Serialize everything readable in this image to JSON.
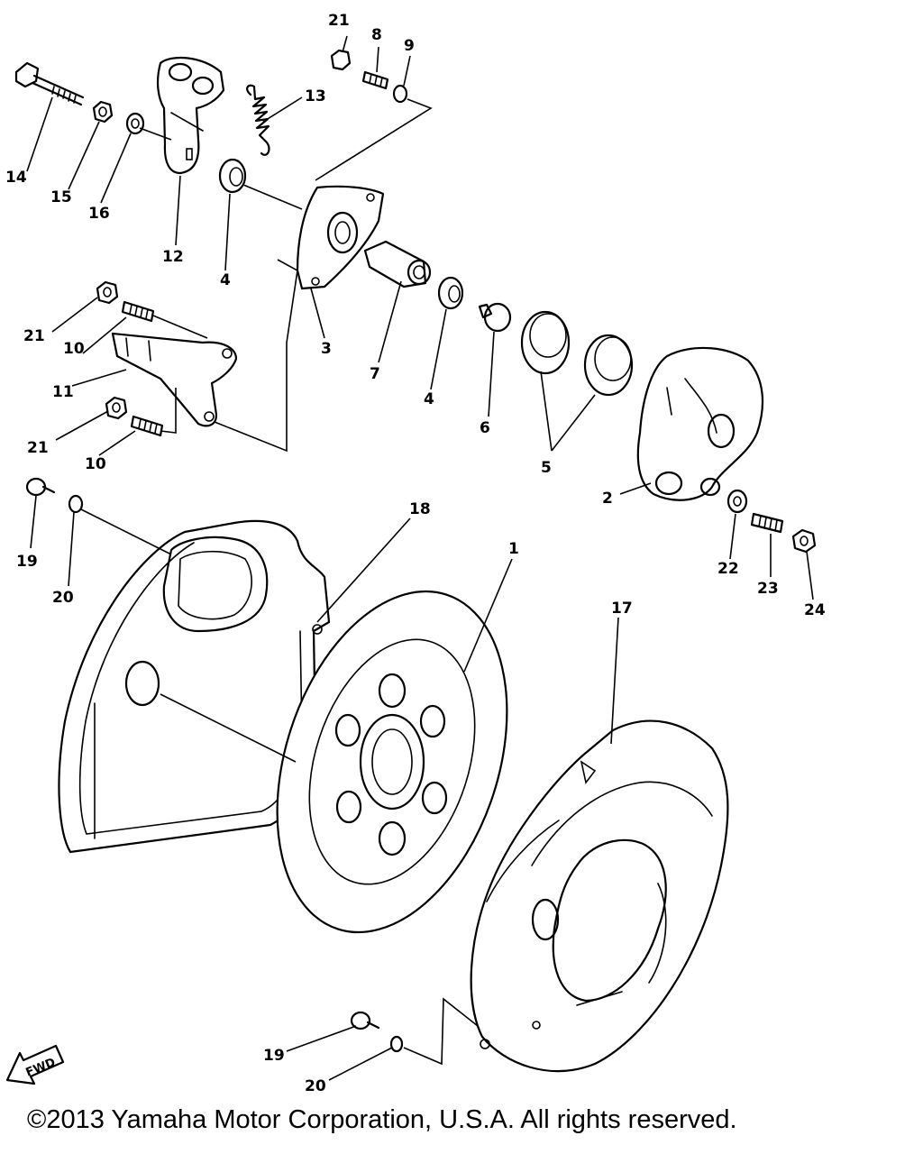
{
  "copyright": "©2013 Yamaha Motor Corporation, U.S.A. All rights reserved.",
  "fwd_label": "FWD",
  "callouts": {
    "c1": "1",
    "c2": "2",
    "c3": "3",
    "c4a": "4",
    "c4b": "4",
    "c5": "5",
    "c6": "6",
    "c7": "7",
    "c8": "8",
    "c9": "9",
    "c10a": "10",
    "c10b": "10",
    "c11": "11",
    "c12": "12",
    "c13": "13",
    "c14": "14",
    "c15": "15",
    "c16": "16",
    "c17": "17",
    "c18": "18",
    "c19a": "19",
    "c19b": "19",
    "c20a": "20",
    "c20b": "20",
    "c21a": "21",
    "c21b": "21",
    "c21c": "21",
    "c22": "22",
    "c23": "23",
    "c24": "24"
  }
}
